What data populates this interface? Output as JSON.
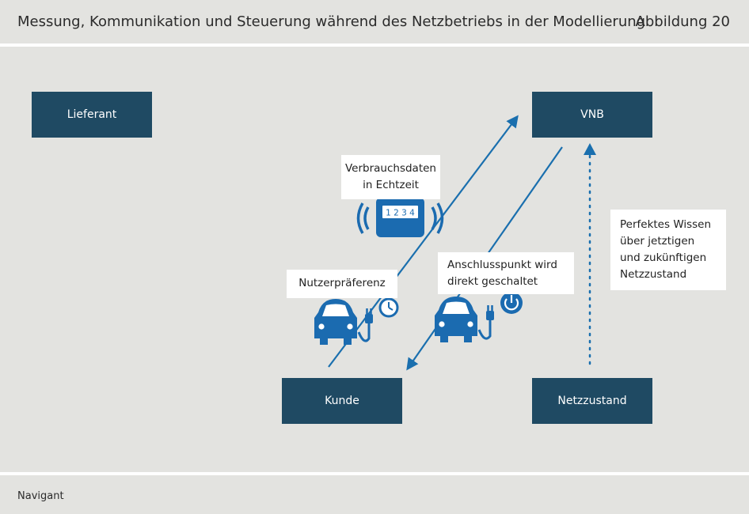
{
  "header": {
    "title": "Messung, Kommunikation und Steuerung während des Netzbetriebs in der Modellierung",
    "figure_label": "Abbildung 20"
  },
  "nodes": {
    "lieferant": "Lieferant",
    "vnb": "VNB",
    "kunde": "Kunde",
    "netzzustand": "Netzzustand"
  },
  "labels": {
    "verbrauchsdaten_line1": "Verbrauchsdaten",
    "verbrauchsdaten_line2": "in Echtzeit",
    "nutzerpraeferenz": "Nutzerpräferenz",
    "anschluss_line1": "Anschlusspunkt wird",
    "anschluss_line2": "direkt geschaltet",
    "wissen_line1": "Perfektes Wissen",
    "wissen_line2": "über jetztigen",
    "wissen_line3": "und zukünftigen",
    "wissen_line4": "Netzzustand"
  },
  "meter_digits": "1 2 3 4",
  "footer": {
    "source": "Navigant"
  },
  "colors": {
    "node_fill": "#1f4a63",
    "arrow": "#1a6fae",
    "icon": "#1b6bb0",
    "background": "#e3e3e0"
  }
}
